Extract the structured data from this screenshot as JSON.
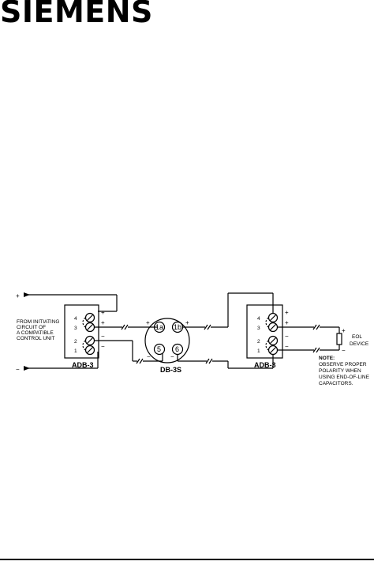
{
  "brand": {
    "logo_text": "SIEMENS"
  },
  "diagram": {
    "input_plus": "+",
    "input_minus": "−",
    "from_text": [
      "FROM INITIATING",
      "CIRCUIT OF",
      "A COMPATIBLE",
      "CONTROL UNIT"
    ],
    "left_base": {
      "label": "ADB-3",
      "terminals": [
        "4",
        "3",
        "2",
        "1"
      ],
      "polarity": [
        "+",
        "+",
        "−",
        "−"
      ]
    },
    "detector_base": {
      "label": "DB-3S",
      "pins": [
        "1a",
        "1b",
        "5",
        "6"
      ],
      "polarity_left_top": "+",
      "polarity_right_top": "+",
      "polarity_bottom_left": "−",
      "polarity_bottom_right": "−"
    },
    "right_base": {
      "label": "ADB-3",
      "terminals": [
        "4",
        "3",
        "2",
        "1"
      ],
      "polarity": [
        "+",
        "+",
        "−",
        "−"
      ]
    },
    "eol": {
      "label_line1": "EOL",
      "label_line2": "DEVICE",
      "plus": "+",
      "minus": "−"
    },
    "note": {
      "title": "NOTE:",
      "lines": [
        "OBSERVE PROPER",
        "POLARITY WHEN",
        "USING END-OF-LINE",
        "CAPACITORS."
      ]
    }
  }
}
